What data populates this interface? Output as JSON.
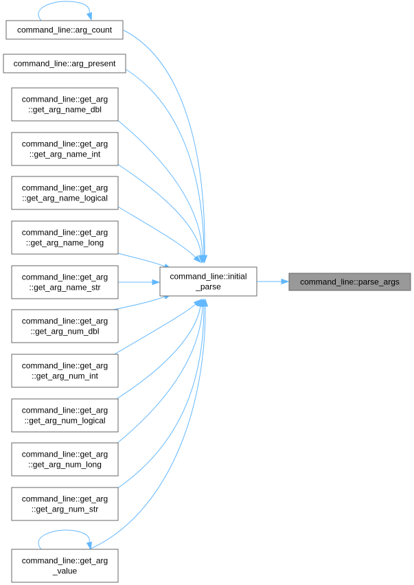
{
  "graph": {
    "nodes": [
      {
        "id": "arg_count",
        "lines": [
          "command_line::arg_count"
        ]
      },
      {
        "id": "arg_present",
        "lines": [
          "command_line::arg_present"
        ]
      },
      {
        "id": "get_arg_name_dbl",
        "lines": [
          "command_line::get_arg",
          "::get_arg_name_dbl"
        ]
      },
      {
        "id": "get_arg_name_int",
        "lines": [
          "command_line::get_arg",
          "::get_arg_name_int"
        ]
      },
      {
        "id": "get_arg_name_logical",
        "lines": [
          "command_line::get_arg",
          "::get_arg_name_logical"
        ]
      },
      {
        "id": "get_arg_name_long",
        "lines": [
          "command_line::get_arg",
          "::get_arg_name_long"
        ]
      },
      {
        "id": "get_arg_name_str",
        "lines": [
          "command_line::get_arg",
          "::get_arg_name_str"
        ]
      },
      {
        "id": "get_arg_num_dbl",
        "lines": [
          "command_line::get_arg",
          "::get_arg_num_dbl"
        ]
      },
      {
        "id": "get_arg_num_int",
        "lines": [
          "command_line::get_arg",
          "::get_arg_num_int"
        ]
      },
      {
        "id": "get_arg_num_logical",
        "lines": [
          "command_line::get_arg",
          "::get_arg_num_logical"
        ]
      },
      {
        "id": "get_arg_num_long",
        "lines": [
          "command_line::get_arg",
          "::get_arg_num_long"
        ]
      },
      {
        "id": "get_arg_num_str",
        "lines": [
          "command_line::get_arg",
          "::get_arg_num_str"
        ]
      },
      {
        "id": "get_arg_value",
        "lines": [
          "command_line::get_arg",
          "_value"
        ]
      },
      {
        "id": "initial_parse",
        "lines": [
          "command_line::initial",
          "_parse"
        ]
      },
      {
        "id": "parse_args",
        "lines": [
          "command_line::parse_args"
        ],
        "current": true
      }
    ],
    "edges": [
      {
        "from": "arg_count",
        "to": "arg_count",
        "self_loop": true
      },
      {
        "from": "get_arg_value",
        "to": "get_arg_value",
        "self_loop": true
      },
      {
        "from": "arg_count",
        "to": "initial_parse"
      },
      {
        "from": "arg_present",
        "to": "initial_parse"
      },
      {
        "from": "get_arg_name_dbl",
        "to": "initial_parse"
      },
      {
        "from": "get_arg_name_int",
        "to": "initial_parse"
      },
      {
        "from": "get_arg_name_logical",
        "to": "initial_parse"
      },
      {
        "from": "get_arg_name_long",
        "to": "initial_parse"
      },
      {
        "from": "get_arg_name_str",
        "to": "initial_parse"
      },
      {
        "from": "get_arg_num_dbl",
        "to": "initial_parse"
      },
      {
        "from": "get_arg_num_int",
        "to": "initial_parse"
      },
      {
        "from": "get_arg_num_logical",
        "to": "initial_parse"
      },
      {
        "from": "get_arg_num_long",
        "to": "initial_parse"
      },
      {
        "from": "get_arg_num_str",
        "to": "initial_parse"
      },
      {
        "from": "get_arg_value",
        "to": "initial_parse"
      },
      {
        "from": "initial_parse",
        "to": "parse_args"
      }
    ],
    "colors": {
      "edge": "#63b8ff",
      "node_border": "#666666",
      "node_fill": "#ffffff",
      "current_fill": "#999999"
    }
  }
}
